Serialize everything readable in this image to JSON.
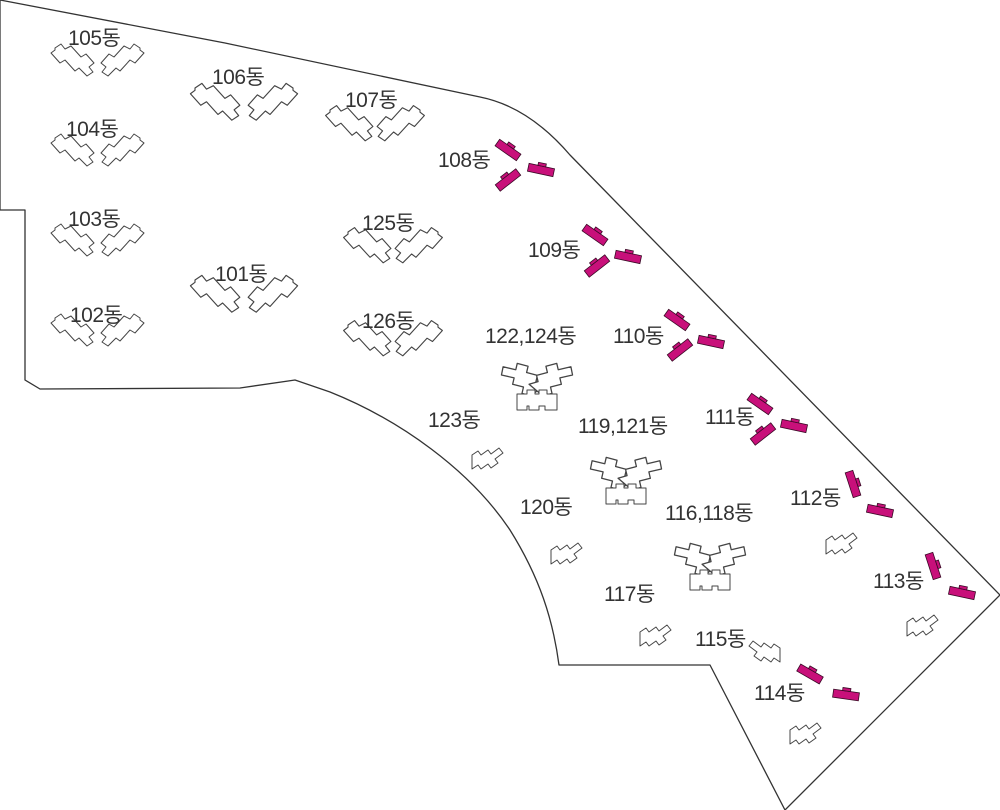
{
  "colors": {
    "highlight": "#c8107a",
    "outline": "#333333",
    "building_stroke": "#444444",
    "label": "#333333",
    "background": "#ffffff"
  },
  "buildings": [
    {
      "id": "105",
      "label": "105동",
      "type": "v",
      "highlighted": false
    },
    {
      "id": "104",
      "label": "104동",
      "type": "v",
      "highlighted": false
    },
    {
      "id": "103",
      "label": "103동",
      "type": "v",
      "highlighted": false
    },
    {
      "id": "102",
      "label": "102동",
      "type": "v",
      "highlighted": false
    },
    {
      "id": "106",
      "label": "106동",
      "type": "v",
      "highlighted": false
    },
    {
      "id": "101",
      "label": "101동",
      "type": "v",
      "highlighted": false
    },
    {
      "id": "107",
      "label": "107동",
      "type": "v",
      "highlighted": false
    },
    {
      "id": "125",
      "label": "125동",
      "type": "v",
      "highlighted": false
    },
    {
      "id": "126",
      "label": "126동",
      "type": "v",
      "highlighted": false
    },
    {
      "id": "108",
      "label": "108동",
      "type": "tri",
      "highlighted": true
    },
    {
      "id": "109",
      "label": "109동",
      "type": "tri",
      "highlighted": true
    },
    {
      "id": "110",
      "label": "110동",
      "type": "tri",
      "highlighted": true
    },
    {
      "id": "111",
      "label": "111동",
      "type": "tri",
      "highlighted": true
    },
    {
      "id": "112",
      "label": "112동",
      "type": "tri-small",
      "highlighted": true
    },
    {
      "id": "113",
      "label": "113동",
      "type": "tri-small",
      "highlighted": true
    },
    {
      "id": "114",
      "label": "114동",
      "type": "tri-small",
      "highlighted": true
    },
    {
      "id": "122-124",
      "label": "122,124동",
      "type": "y",
      "highlighted": false
    },
    {
      "id": "119-121",
      "label": "119,121동",
      "type": "y",
      "highlighted": false
    },
    {
      "id": "116-118",
      "label": "116,118동",
      "type": "y",
      "highlighted": false
    },
    {
      "id": "123",
      "label": "123동",
      "type": "bar-up",
      "highlighted": false
    },
    {
      "id": "120",
      "label": "120동",
      "type": "bar-up",
      "highlighted": false
    },
    {
      "id": "117",
      "label": "117동",
      "type": "bar-up",
      "highlighted": false
    },
    {
      "id": "115",
      "label": "115동",
      "type": "bar-down",
      "highlighted": false
    }
  ]
}
